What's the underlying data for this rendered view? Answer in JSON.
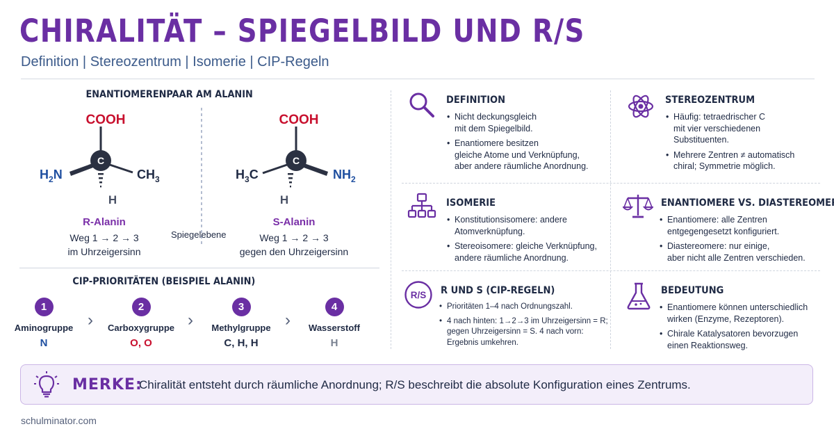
{
  "header": {
    "title": "CHIRALITÄT – SPIEGELBILD UND R/S",
    "subtitle": "Definition | Stereozentrum | Isomerie | CIP-Regeln"
  },
  "enantiomers": {
    "heading": "ENANTIOMERENPAAR AM ALANIN",
    "mirror_label": "Spiegelebene",
    "r": {
      "top": "COOH",
      "center": "C",
      "bottom": "H",
      "left_main": "H",
      "left_sub": "2",
      "left_tail": "N",
      "right_main": "CH",
      "right_sub": "3",
      "name": "R-Alanin",
      "desc1": "Weg 1 → 2 → 3",
      "desc2": "im Uhrzeigersinn"
    },
    "s": {
      "top": "COOH",
      "center": "C",
      "bottom": "H",
      "left_main": "H",
      "left_sub": "3",
      "left_tail": "C",
      "right_main": "NH",
      "right_sub": "2",
      "name": "S-Alanin",
      "desc1": "Weg 1 → 2 → 3",
      "desc2": "gegen den Uhrzeigersinn"
    }
  },
  "cip": {
    "heading": "CIP-PRIORITÄTEN (BEISPIEL ALANIN)",
    "items": [
      {
        "num": "1",
        "name": "Aminogruppe",
        "atoms": "N",
        "color": "#1f4fa0"
      },
      {
        "num": "2",
        "name": "Carboxygruppe",
        "atoms": "O, O",
        "color": "#c8102e"
      },
      {
        "num": "3",
        "name": "Methylgruppe",
        "atoms": "C, H, H",
        "color": "#1f2a44"
      },
      {
        "num": "4",
        "name": "Wasserstoff",
        "atoms": "H",
        "color": "#7a8291"
      }
    ],
    "arrow": "›"
  },
  "cards": {
    "definition": {
      "title": "DEFINITION",
      "icon": "magnifier-icon",
      "items": [
        "Nicht deckungsgleich\nmit dem Spiegelbild.",
        "Enantiomere besitzen\ngleiche Atome und Verknüpfung,\naber andere räumliche Anordnung."
      ]
    },
    "stereozentrum": {
      "title": "STEREOZENTRUM",
      "icon": "atom-icon",
      "items": [
        "Häufig: tetraedrischer C\nmit vier verschiedenen\nSubstituenten.",
        "Mehrere Zentren ≠ automatisch\nchiral; Symmetrie möglich."
      ]
    },
    "isomerie": {
      "title": "ISOMERIE",
      "icon": "hierarchy-icon",
      "items": [
        "Konstitutionsisomere: andere\nAtomverknüpfung.",
        "Stereoisomere: gleiche Verknüpfung,\nandere räumliche Anordnung."
      ]
    },
    "enantiomere_vs": {
      "title": "ENANTIOMERE VS. DIASTEREOMERE",
      "icon": "balance-icon",
      "items": [
        "Enantiomere: alle Zentren\nentgegengesetzt konfiguriert.",
        "Diastereomere: nur einige,\naber nicht alle Zentren verschieden."
      ]
    },
    "rs": {
      "title": "R UND S (CIP-REGELN)",
      "icon": "rs-badge-icon",
      "icon_text": "R/S",
      "items": [
        "Prioritäten 1–4 nach Ordnungszahl.",
        "4 nach hinten: 1→2→3 im Uhrzeigersinn = R;\ngegen Uhrzeigersinn = S. 4 nach vorn:\nErgebnis umkehren."
      ]
    },
    "bedeutung": {
      "title": "BEDEUTUNG",
      "icon": "flask-icon",
      "items": [
        "Enantiomere können unterschiedlich\nwirken (Enzyme, Rezeptoren).",
        "Chirale Katalysatoren bevorzugen\neinen Reaktionsweg."
      ]
    }
  },
  "merke": {
    "label": "MERKE:",
    "text": "Chiralität entsteht durch räumliche Anordnung; R/S beschreibt die absolute Konfiguration eines Zentrums.",
    "icon": "lightbulb-icon"
  },
  "footer": {
    "site": "schulminator.com"
  },
  "colors": {
    "accent": "#6a2fa3",
    "red": "#c8102e",
    "blue": "#1f4fa0",
    "text": "#1f2a44"
  }
}
